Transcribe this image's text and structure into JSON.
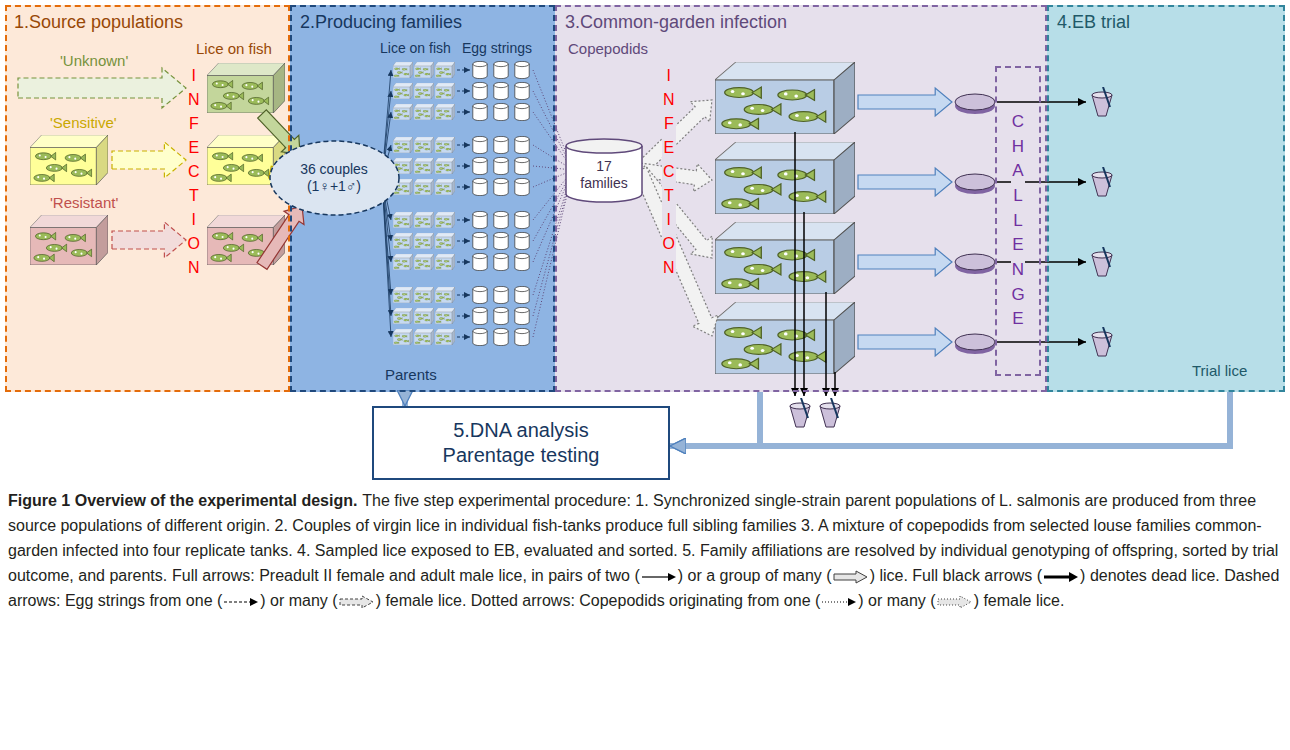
{
  "diagram": {
    "title": "Figure 1 Overview of the experimental design.",
    "caption": "The five step experimental procedure: 1. Synchronized single-strain parent populations of L. salmonis are produced from three source populations of different origin. 2. Couples of virgin lice in individual fish-tanks produce full sibling families 3. A mixture of copepodids from selected louse families common-garden infected into four replicate tanks. 4. Sampled lice exposed to EB, evaluated and sorted. 5. Family affiliations are resolved by individual genotyping of offspring, sorted by trial outcome, and parents.",
    "nodes": [
      {
        "text": [
          "1.Source populations",
          "Lice on fish"
        ]
      },
      {
        "text": [
          "2.Producing families",
          "Lice on fish",
          "Egg strings",
          "Parents"
        ]
      },
      {
        "text": [
          "36 couples (1♀+1♂)"
        ],
        "in": 1
      },
      {
        "text": [
          "3.Common-garden infection",
          "Copepodids"
        ]
      },
      {
        "text": [
          "17 families"
        ],
        "in": 3
      },
      {
        "text": [
          "CHALLENGE"
        ],
        "in": 3
      },
      {
        "text": [
          "4.EB trial",
          "Trial lice"
        ]
      },
      {
        "text": [
          "5.DNA analysis",
          "Parentage testing"
        ]
      }
    ],
    "edges": [
      {
        "from": 1,
        "to": 7,
        "arrow": "to"
      },
      {
        "from": 3,
        "to": 7,
        "arrow": "to"
      },
      {
        "from": 6,
        "to": 7,
        "arrow": "to"
      }
    ],
    "labels": [
      "'Unknown'",
      "'Sensitive'",
      "'Resistant'",
      "INFECTION",
      "INFECTION",
      "Full arrows: Preadult II female and adult male lice, in pairs of two (",
      ") or a group of many (",
      ") lice. Full black arrows (",
      ") denotes dead lice. Dashed arrows: Egg strings from one (",
      ") or many (",
      ") female lice. Dotted arrows: Copepodids originating from one (",
      ") or many (",
      ") female lice."
    ]
  }
}
